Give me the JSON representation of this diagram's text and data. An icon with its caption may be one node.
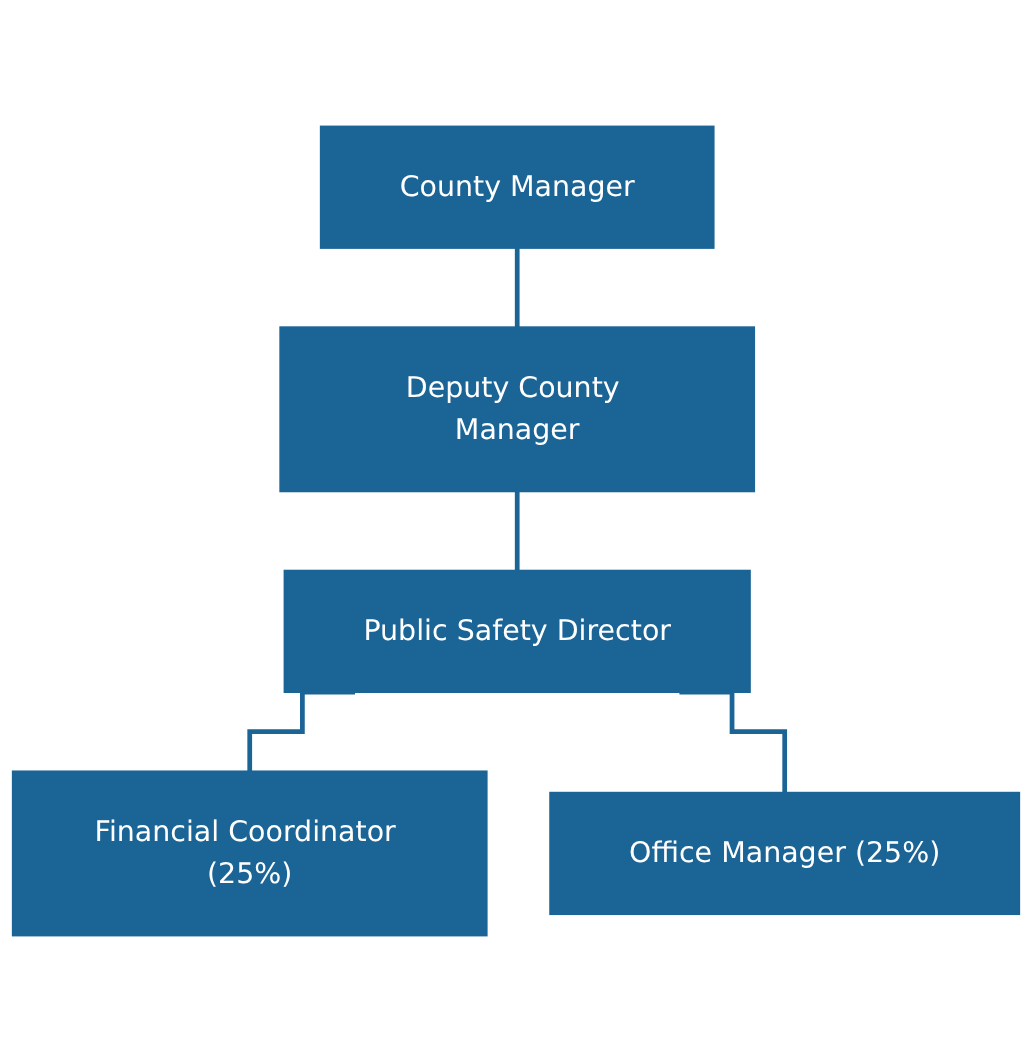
{
  "diagram": {
    "nodes": [
      {
        "text": [
          "County Manager"
        ]
      },
      {
        "text": [
          "Deputy County Manager"
        ]
      },
      {
        "text": [
          "Public Safety Director"
        ]
      },
      {
        "text": [
          "Financial Coordinator (25%)"
        ]
      },
      {
        "text": [
          "Office Manager (25%)"
        ]
      }
    ],
    "edges": [
      {
        "from": 0,
        "to": 1,
        "arrow": "none"
      },
      {
        "from": 1,
        "to": 2,
        "arrow": "none"
      },
      {
        "from": 2,
        "to": 3,
        "arrow": "none"
      },
      {
        "from": 2,
        "to": 4,
        "arrow": "none"
      }
    ]
  }
}
